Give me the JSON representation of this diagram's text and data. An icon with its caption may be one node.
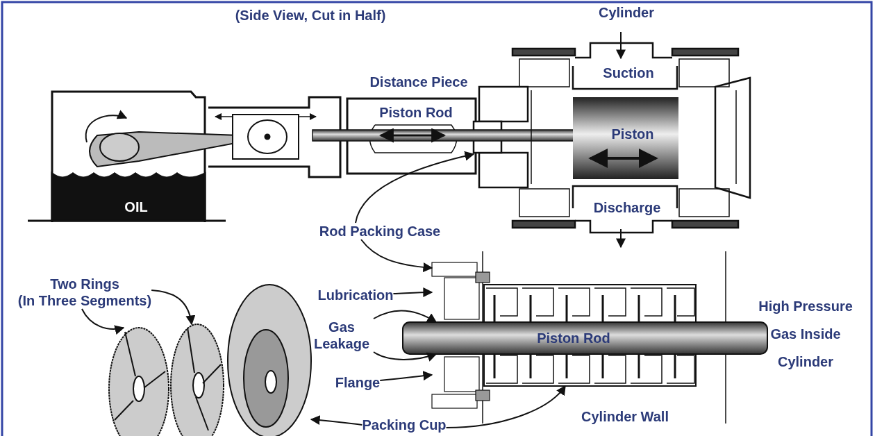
{
  "diagram": {
    "title": "(Side View, Cut in Half)",
    "nodes": [
      {
        "text": [
          "Rod Packing Case"
        ]
      },
      {
        "text": [
          "Two Rings",
          "(In Three Segments)"
        ]
      },
      {
        "text": [
          "Lubrication"
        ]
      },
      {
        "text": [
          "Gas Leakage"
        ]
      },
      {
        "text": [
          "Flange"
        ]
      },
      {
        "text": [
          "Packing Cup"
        ]
      },
      {
        "text": [],
        "shape": "picture"
      },
      {
        "text": [],
        "shape": "picture"
      },
      {
        "text": [],
        "shape": "picture"
      },
      {
        "text": [],
        "shape": "picture"
      },
      {
        "text": [],
        "shape": "picture"
      },
      {
        "text": [],
        "shape": "picture"
      },
      {
        "text": [],
        "shape": "picture"
      }
    ],
    "edges": [
      {
        "from": 0,
        "to": 6,
        "arrow": "to"
      },
      {
        "from": 0,
        "to": 7,
        "arrow": "to"
      },
      {
        "from": 1,
        "to": 9,
        "arrow": "to"
      },
      {
        "from": 1,
        "to": 10,
        "arrow": "to"
      },
      {
        "from": 2,
        "to": 7,
        "arrow": "to"
      },
      {
        "from": 3,
        "to": 8,
        "arrow": "to"
      },
      {
        "from": 3,
        "to": 8,
        "arrow": "to"
      },
      {
        "from": 4,
        "to": 7,
        "arrow": "to"
      },
      {
        "from": 5,
        "to": 11,
        "arrow": "to"
      },
      {
        "from": 5,
        "to": 12,
        "arrow": "to"
      }
    ],
    "labels": [
      "Cylinder",
      "Suction",
      "Distance Piece",
      "Piston Rod",
      "Piston",
      "OIL",
      "Discharge",
      "High Pressure Gas Inside Cylinder",
      "Piston Rod",
      "Cylinder Wall"
    ]
  }
}
